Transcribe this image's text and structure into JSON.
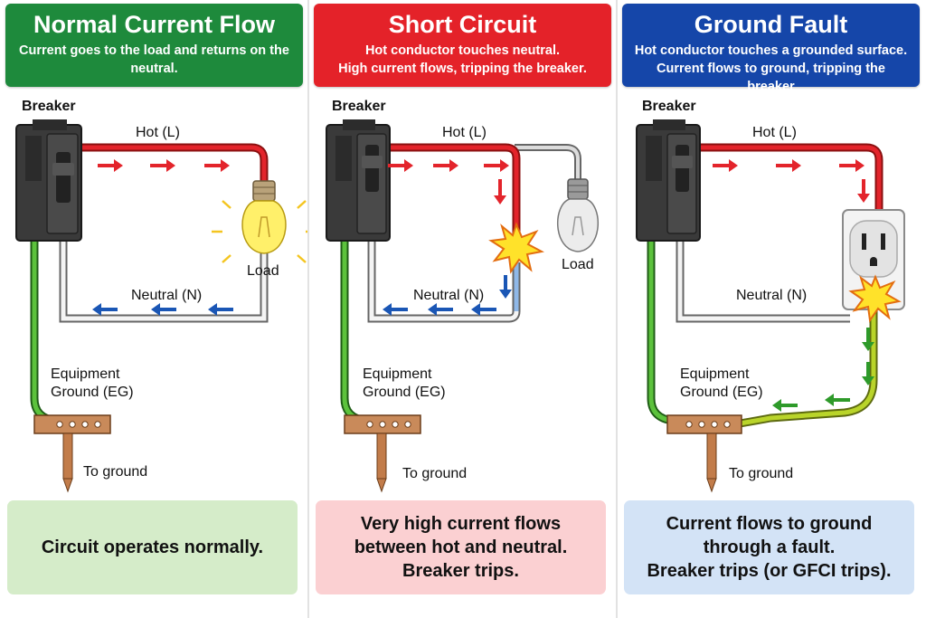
{
  "panels": [
    {
      "title": "Normal Current Flow",
      "subtitle": "Current goes to the load and returns on the neutral.",
      "breaker": "Breaker",
      "hot": "Hot (L)",
      "neutral": "Neutral (N)",
      "load": "Load",
      "eg1": "Equipment",
      "eg2": "Ground (EG)",
      "ground": "To ground",
      "footer": "Circuit operates normally."
    },
    {
      "title": "Short Circuit",
      "subtitle": "Hot conductor touches neutral.\nHigh current flows, tripping the breaker.",
      "breaker": "Breaker",
      "hot": "Hot (L)",
      "neutral": "Neutral (N)",
      "load": "Load",
      "eg1": "Equipment",
      "eg2": "Ground (EG)",
      "ground": "To ground",
      "footer": "Very high current flows\nbetween hot and neutral.\nBreaker trips."
    },
    {
      "title": "Ground Fault",
      "subtitle": "Hot conductor touches a grounded surface.\nCurrent flows to ground, tripping the breaker\n(or GFCI).",
      "breaker": "Breaker",
      "hot": "Hot (L)",
      "neutral": "Neutral (N)",
      "eg1": "Equipment",
      "eg2": "Ground (EG)",
      "ground": "To ground",
      "footer": "Current flows to ground\nthrough a fault.\nBreaker trips (or GFCI trips)."
    }
  ],
  "colors": {
    "hot": "#e3242b",
    "neutral": "#ffffff",
    "ground": "#3aa02c",
    "arrow_blue": "#1a56b5",
    "arrow_red": "#e3242b",
    "arrow_green": "#2e9a2a"
  }
}
